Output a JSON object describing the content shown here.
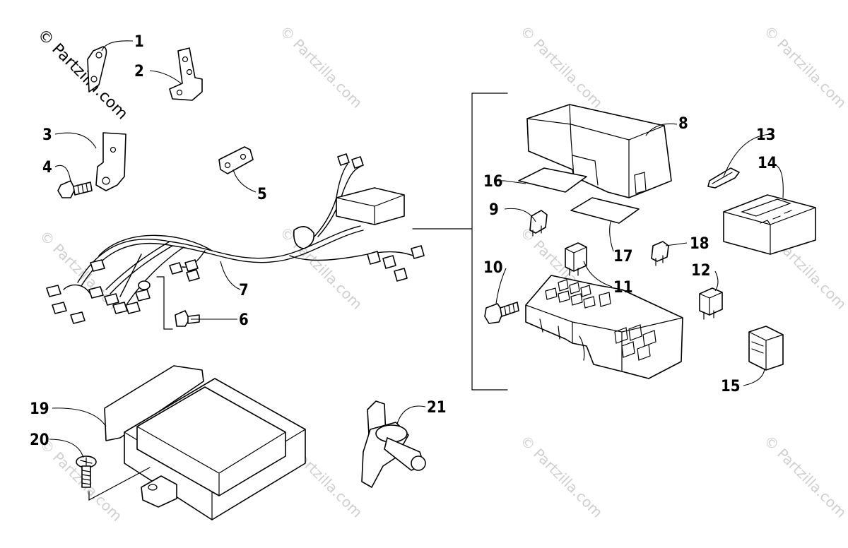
{
  "copyright": "© Partzilla.com",
  "watermark": "© Partzilla.com",
  "callouts": [
    "1",
    "2",
    "3",
    "4",
    "5",
    "6",
    "7",
    "8",
    "9",
    "10",
    "11",
    "12",
    "13",
    "14",
    "15",
    "16",
    "17",
    "18",
    "19",
    "20",
    "21"
  ]
}
